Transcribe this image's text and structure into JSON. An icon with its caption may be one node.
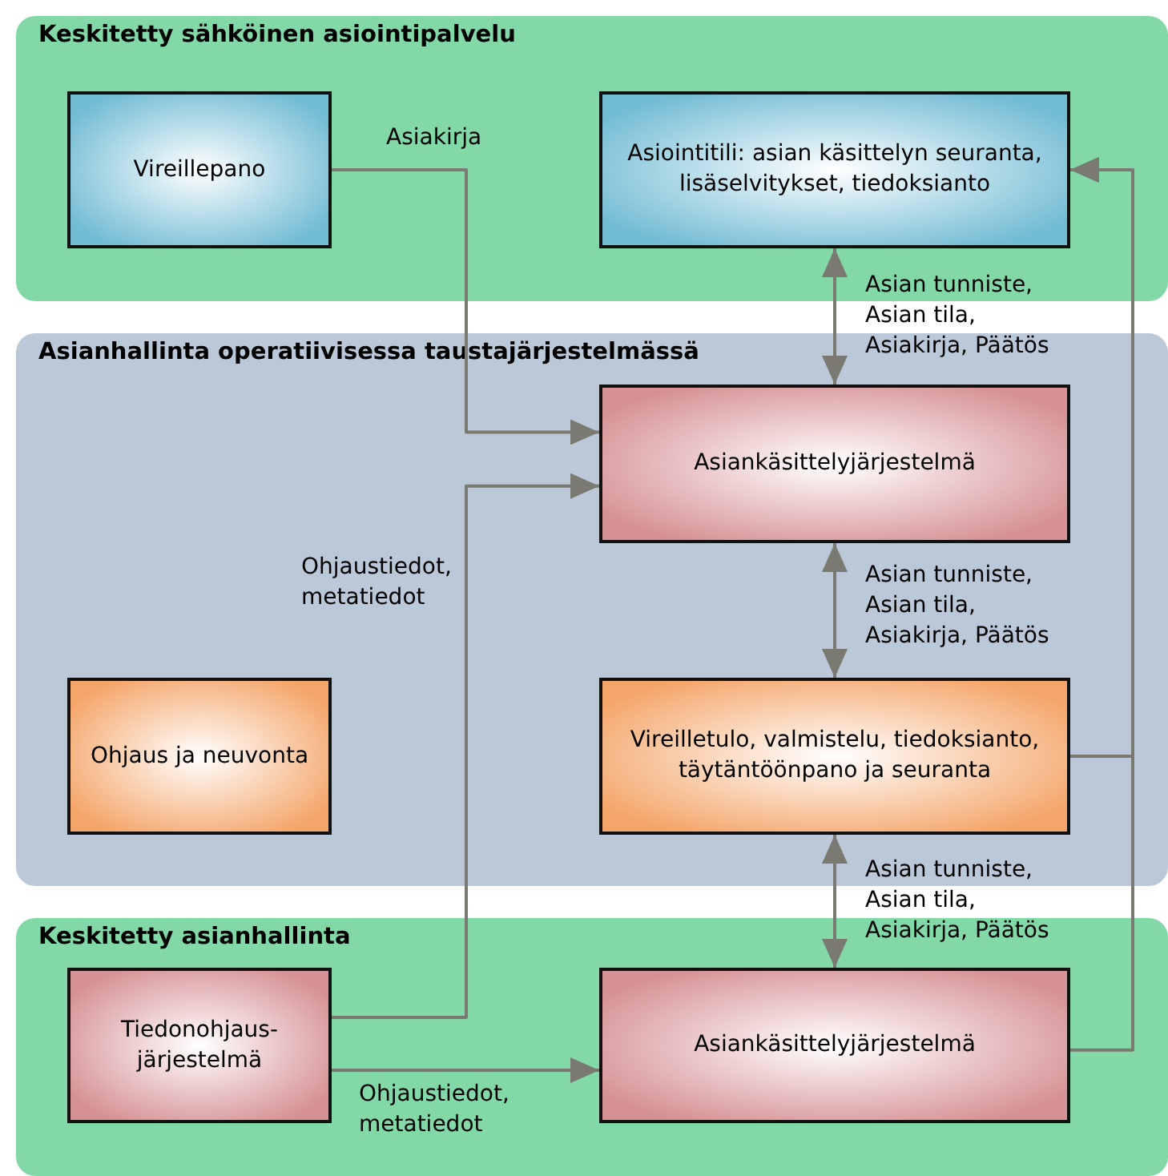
{
  "diagram": {
    "nodes": [
      {
        "text": [
          "Keskitetty sähköinen asiointipalvelu"
        ]
      },
      {
        "text": [
          "Vireillepano"
        ],
        "in": 0
      },
      {
        "text": [
          "Asiointitili: asian käsittelyn seuranta, lisäselvitykset, tiedoksianto"
        ],
        "in": 0
      },
      {
        "text": [
          "Asianhallinta operatiivisessa taustajärjestelmässä"
        ]
      },
      {
        "text": [
          "Asiankäsittelyjärjestelmä"
        ],
        "in": 3
      },
      {
        "text": [
          "Ohjaus ja neuvonta"
        ],
        "in": 3
      },
      {
        "text": [
          "Vireilletulo, valmistelu, tiedoksianto, täytäntöönpano ja seuranta"
        ],
        "in": 3
      },
      {
        "text": [
          "Keskitetty asianhallinta"
        ]
      },
      {
        "text": [
          "Tiedonohjaus- järjestelmä"
        ],
        "in": 7
      },
      {
        "text": [
          "Asiankäsittelyjärjestelmä"
        ],
        "in": 7
      }
    ],
    "edges": [
      {
        "from": 1,
        "to": 4,
        "arrow": "to",
        "label": "Asiakirja"
      },
      {
        "from": 8,
        "to": 4,
        "arrow": "to",
        "label": "Ohjaustiedot, metatiedot"
      },
      {
        "from": 2,
        "to": 4,
        "arrow": "both",
        "label": "Asian tunniste, Asian tila, Asiakirja, Päätös"
      },
      {
        "from": 4,
        "to": 6,
        "arrow": "both",
        "label": "Asian tunniste, Asian tila, Asiakirja, Päätös"
      },
      {
        "from": 6,
        "to": 9,
        "arrow": "both",
        "label": "Asian tunniste, Asian tila, Asiakirja, Päätös"
      },
      {
        "from": 8,
        "to": 9,
        "arrow": "to",
        "label": "Ohjaustiedot, metatiedot"
      },
      {
        "from": 6,
        "to": 2,
        "arrow": "to"
      },
      {
        "from": 9,
        "to": 2,
        "arrow": "to"
      }
    ]
  }
}
